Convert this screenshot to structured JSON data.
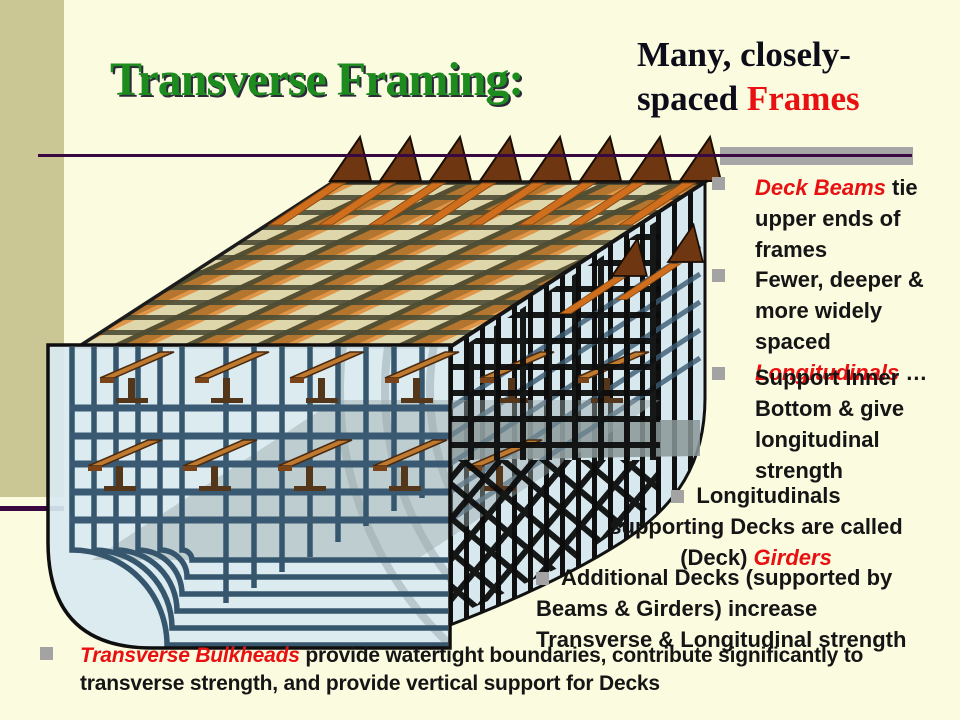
{
  "header": {
    "title": "Transverse Framing:",
    "subtitle_line1": "Many, closely-",
    "subtitle_line2_prefix": "spaced ",
    "subtitle_line2_highlight": "Frames",
    "title_color": "#1E8B1E",
    "highlight_color": "#E81010"
  },
  "decor": {
    "background_color": "#FBFBE0",
    "left_bar_color": "#CBC794",
    "underline_color": "#3A0840",
    "gray_bar_color": "#A6A6A6",
    "bullet_square_color": "#A3A3A3"
  },
  "bullets": {
    "right": [
      {
        "parts": [
          {
            "text": "Deck Beams",
            "style": "red-italic"
          },
          {
            "text": " tie upper ends of frames",
            "style": "normal"
          }
        ]
      },
      {
        "parts": [
          {
            "text": "Fewer, deeper & more widely spaced ",
            "style": "normal"
          },
          {
            "text": "Longitudinals",
            "style": "red-italic"
          },
          {
            "text": " …",
            "style": "normal"
          }
        ]
      },
      {
        "parts": [
          {
            "text": "Support Inner Bottom & give longitudinal strength",
            "style": "normal"
          }
        ]
      }
    ],
    "girders": {
      "line1": "Longitudinals",
      "line2": "supporting Decks are called",
      "line3_prefix": "(Deck) ",
      "line3_highlight": "Girders"
    },
    "additional_decks": {
      "line1": "Additional Decks (supported by",
      "line2": "Beams & Girders) increase",
      "line3": "Transverse & Longitudinal strength"
    },
    "bottom": {
      "parts": [
        {
          "text": "Transverse Bulkheads",
          "style": "red-italic"
        },
        {
          "text": " provide watertight boundaries, contribute significantly to transverse strength, and provide vertical support for Decks",
          "style": "normal"
        }
      ]
    }
  },
  "diagram": {
    "name": "transverse-framing-ship-hull-cutaway",
    "colors": {
      "hull_shell": "#D7E8EF",
      "frames": "#36566E",
      "deck_tan": "#D6CD9E",
      "beam_brown": "#AD6418",
      "beam_orange": "#E08A36",
      "lattice_dark": "#4C4C34",
      "mesh_black": "#0C0C0C",
      "inner_gray": "#8A9798"
    }
  }
}
